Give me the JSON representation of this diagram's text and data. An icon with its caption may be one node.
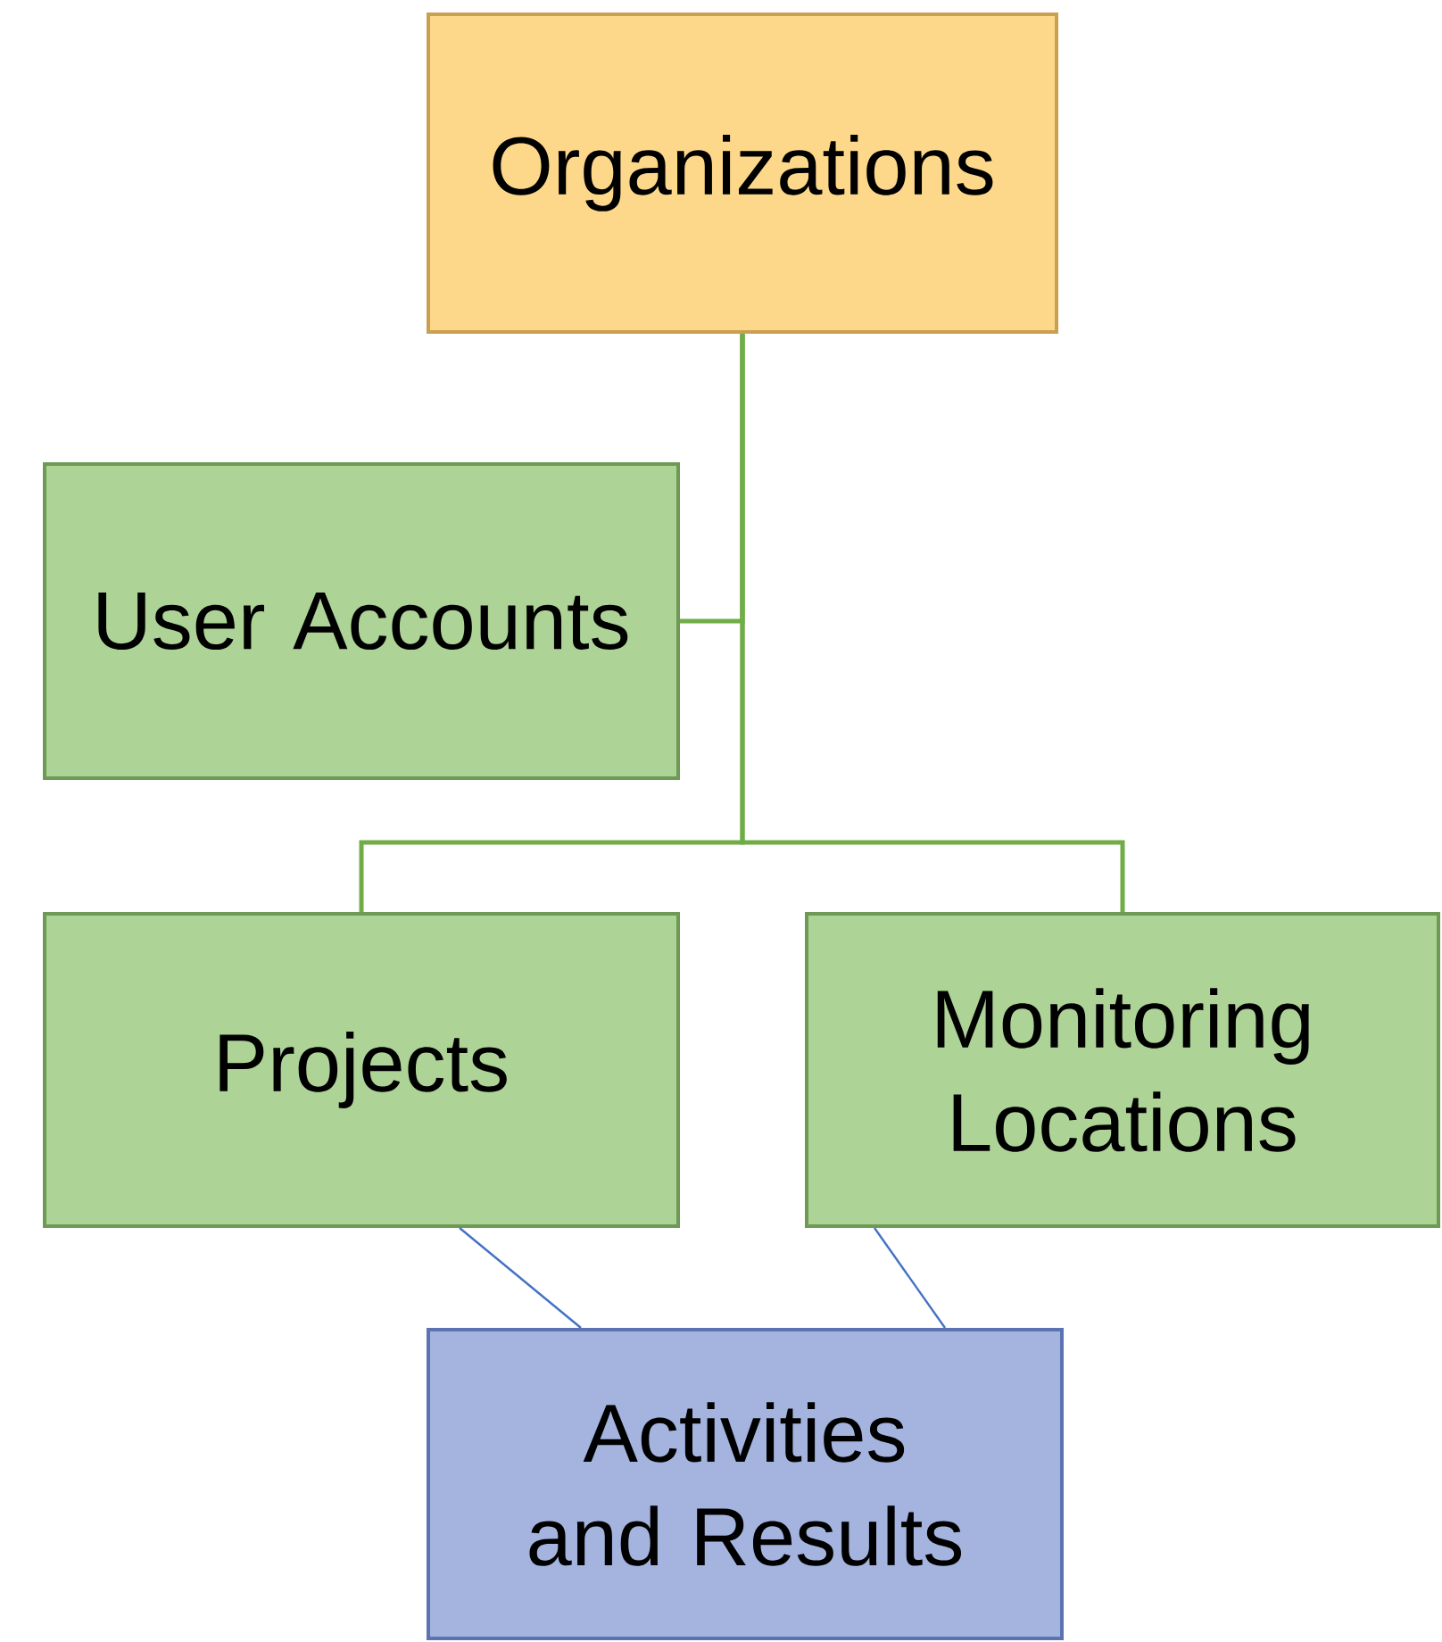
{
  "diagram": {
    "nodes": [
      {
        "text": [
          "Organizations"
        ]
      },
      {
        "text": [
          "User Accounts"
        ]
      },
      {
        "text": [
          "Projects"
        ]
      },
      {
        "text": [
          "Monitoring Locations"
        ]
      },
      {
        "text": [
          "Activities and Results"
        ]
      }
    ],
    "edges": [
      {
        "from": 0,
        "to": 1,
        "arrow": "none"
      },
      {
        "from": 0,
        "to": 2,
        "arrow": "none"
      },
      {
        "from": 0,
        "to": 3,
        "arrow": "none"
      },
      {
        "from": 2,
        "to": 4,
        "arrow": "none",
        "color": "#4472c4"
      },
      {
        "from": 3,
        "to": 4,
        "arrow": "none",
        "color": "#4472c4"
      }
    ]
  }
}
